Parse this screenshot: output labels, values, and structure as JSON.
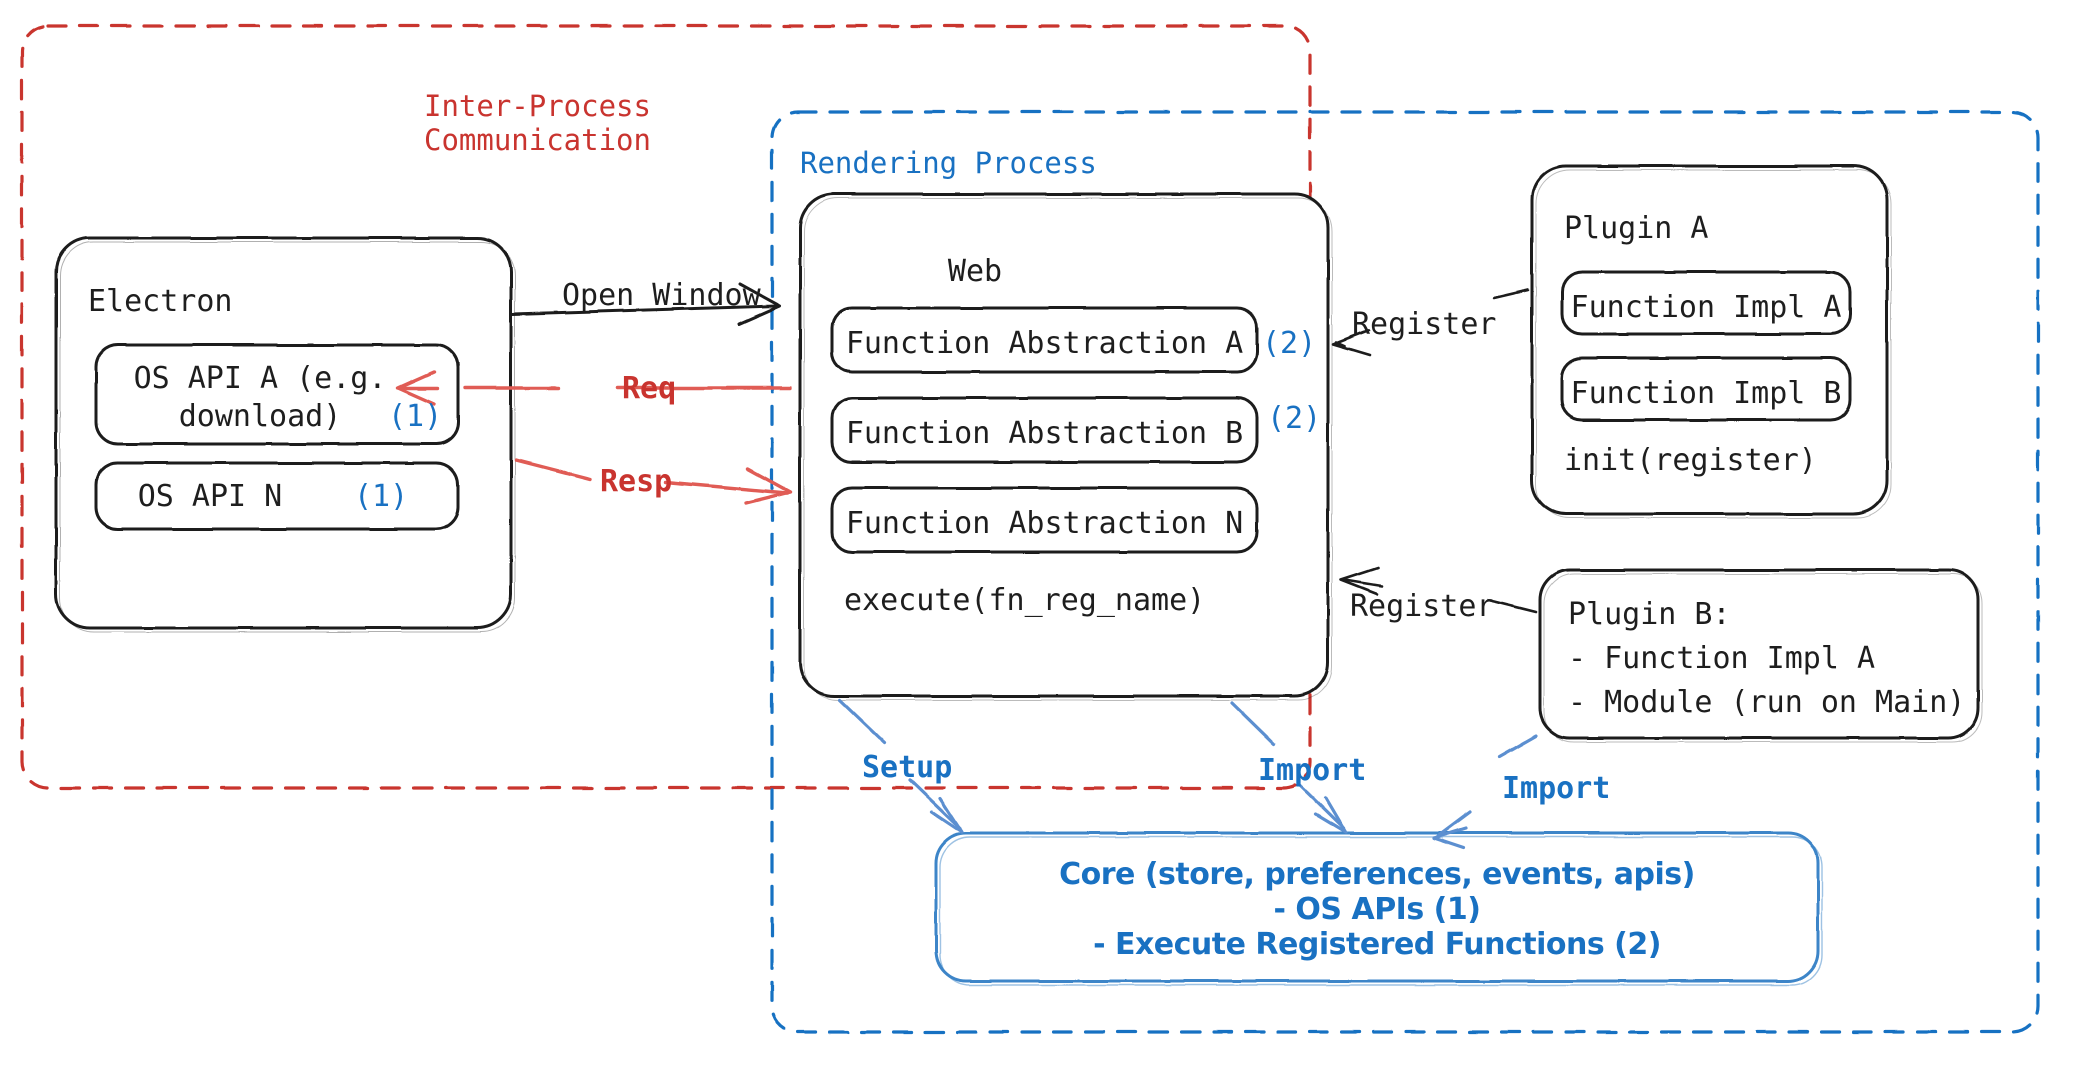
{
  "diagram": {
    "title": "Electron plugin architecture",
    "colors": {
      "ink": "#1e1e1e",
      "red": "#c9342f",
      "blue": "#1971c2",
      "background": "#ffffff"
    },
    "regions": {
      "ipc": {
        "label_line1": "Inter-Process",
        "label_line2": "Communication",
        "border_style": "dashed",
        "border_color": "#c9342f"
      },
      "rendering": {
        "label": "Rendering Process",
        "border_style": "dashed",
        "border_color": "#1971c2"
      }
    },
    "nodes": {
      "electron": {
        "title": "Electron",
        "children": [
          {
            "label_line1": "OS API A (e.g.",
            "label_line2": "download)",
            "marker": "(1)"
          },
          {
            "label_line1": "OS API N",
            "marker": "(1)"
          }
        ]
      },
      "web": {
        "title": "Web",
        "children": [
          {
            "label": "Function Abstraction A",
            "marker": "(2)"
          },
          {
            "label": "Function Abstraction B",
            "marker": "(2)"
          },
          {
            "label": "Function Abstraction N",
            "marker": ""
          }
        ],
        "footer": "execute(fn_reg_name)"
      },
      "plugin_a": {
        "title": "Plugin A",
        "children": [
          {
            "label": "Function Impl A"
          },
          {
            "label": "Function Impl B"
          }
        ],
        "footer": "init(register)"
      },
      "plugin_b": {
        "lines": [
          "Plugin B:",
          "- Function Impl A",
          "- Module (run on Main)"
        ]
      },
      "core": {
        "lines": [
          "Core (store, preferences, events, apis)",
          "- OS APIs (1)",
          "- Execute Registered Functions (2)"
        ]
      }
    },
    "edges": [
      {
        "label": "Open Window",
        "color": "#1e1e1e",
        "direction": "electron-to-web"
      },
      {
        "label": "Req",
        "color": "#c9342f",
        "direction": "web-to-electron"
      },
      {
        "label": "Resp",
        "color": "#c9342f",
        "direction": "electron-to-web"
      },
      {
        "label": "Register",
        "color": "#1e1e1e",
        "direction": "plugin-a-to-web"
      },
      {
        "label": "Register",
        "color": "#1e1e1e",
        "direction": "plugin-b-to-web"
      },
      {
        "label": "Setup",
        "color": "#1971c2",
        "direction": "web-to-core"
      },
      {
        "label": "Import",
        "color": "#1971c2",
        "direction": "web-to-core"
      },
      {
        "label": "Import",
        "color": "#1971c2",
        "direction": "plugin-b-to-core"
      }
    ]
  }
}
